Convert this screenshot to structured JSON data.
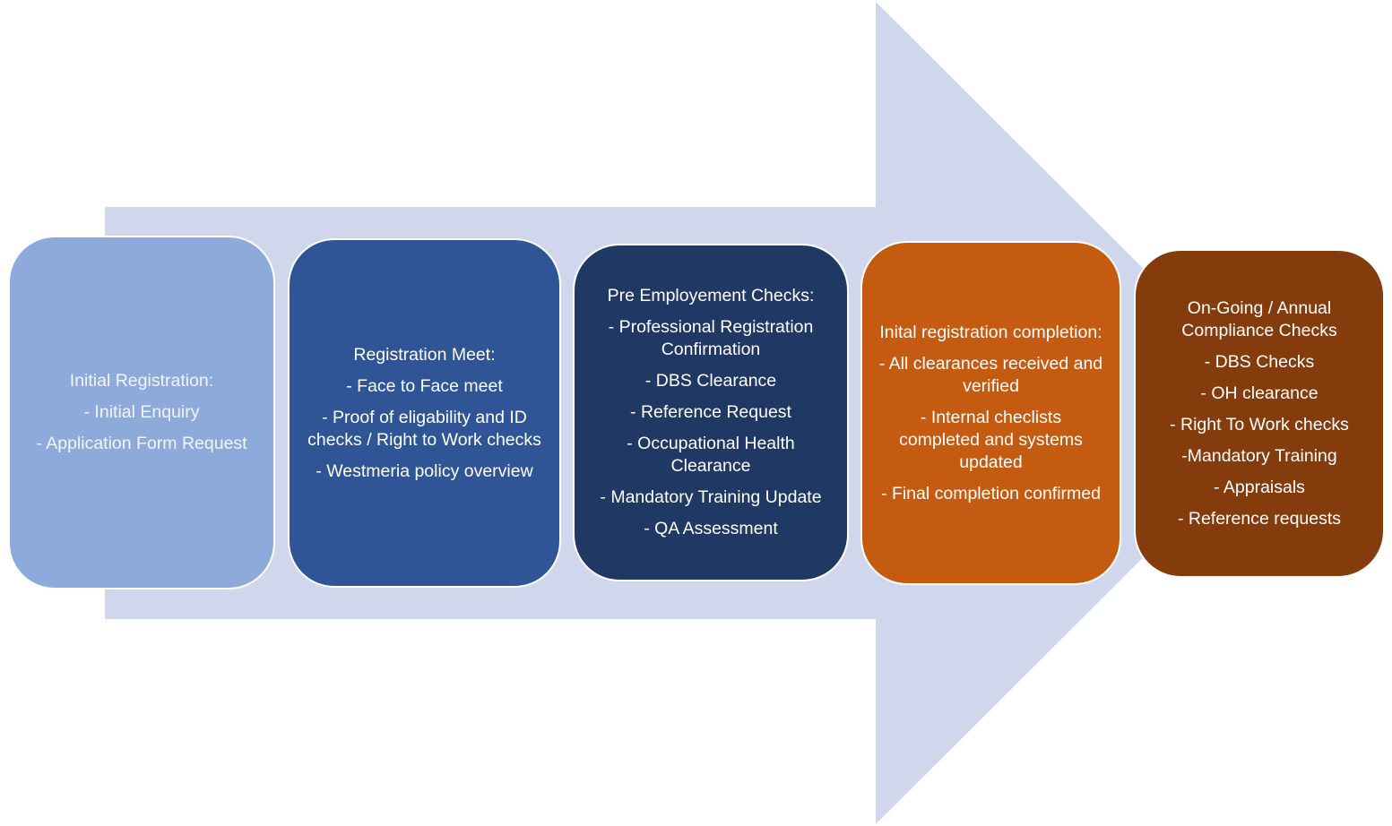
{
  "colors": {
    "arrow": "#d0d6ec",
    "step_1": "#8eaadb",
    "step_2": "#2f5597",
    "step_3": "#203864",
    "step_4": "#c55a11",
    "step_5": "#843c0c",
    "text_step_1": "#f2f5fb",
    "text_default": "#ffffff"
  },
  "steps": [
    {
      "title": "Initial Registration:",
      "lines": [
        "- Initial Enquiry",
        "- Application Form Request"
      ]
    },
    {
      "title": "Registration Meet:",
      "lines": [
        "- Face to Face meet",
        "- Proof of eligability and ID checks / Right to Work checks",
        "- Westmeria policy overview"
      ]
    },
    {
      "title": "Pre Employement  Checks:",
      "lines": [
        "- Professional Registration Confirmation",
        "- DBS Clearance",
        "- Reference Request",
        "- Occupational Health Clearance",
        "- Mandatory Training Update",
        "- QA Assessment"
      ]
    },
    {
      "title": "Inital registration completion:",
      "lines": [
        "- All clearances received and verified",
        "- Internal checlists completed and systems updated",
        "- Final completion confirmed"
      ]
    },
    {
      "title": "On-Going / Annual Compliance Checks",
      "lines": [
        "- DBS Checks",
        "- OH clearance",
        "- Right To Work checks",
        "-Mandatory Training",
        "- Appraisals",
        "- Reference requests"
      ]
    }
  ]
}
